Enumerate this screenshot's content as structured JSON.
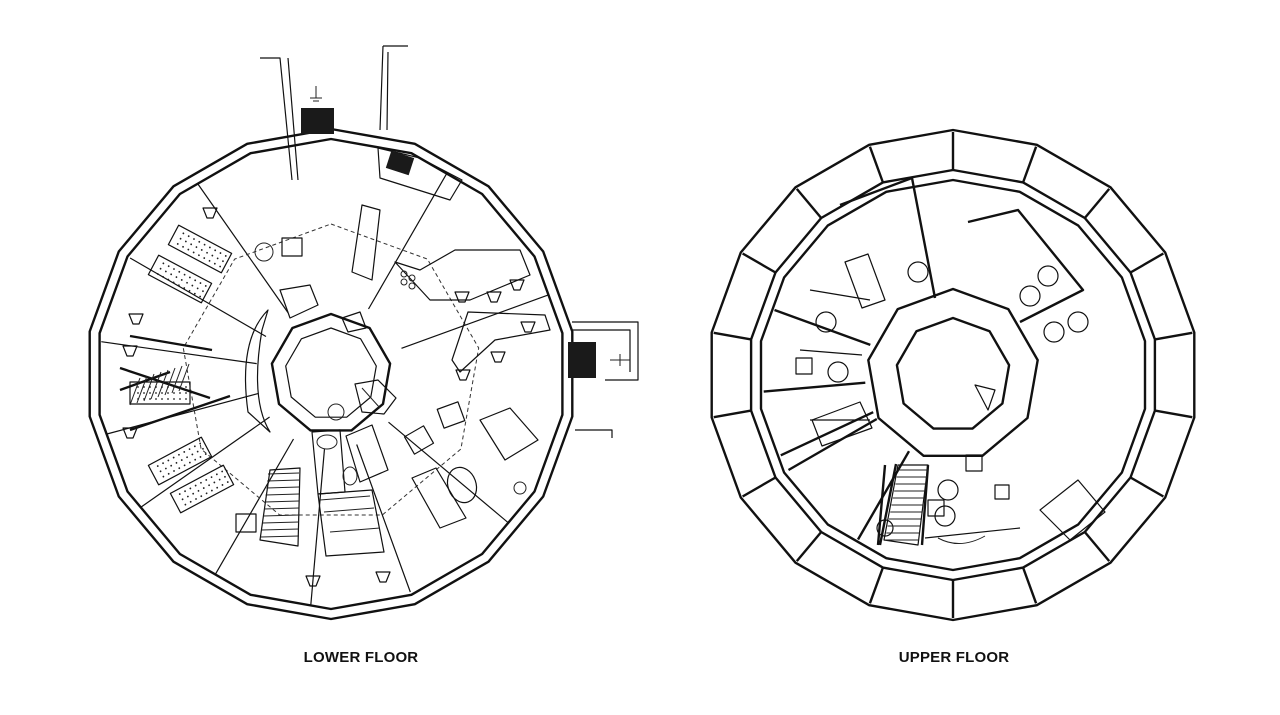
{
  "figure": {
    "panels": [
      {
        "id": "lower",
        "label": "LOWER FLOOR"
      },
      {
        "id": "upper",
        "label": "UPPER FLOOR"
      }
    ]
  }
}
